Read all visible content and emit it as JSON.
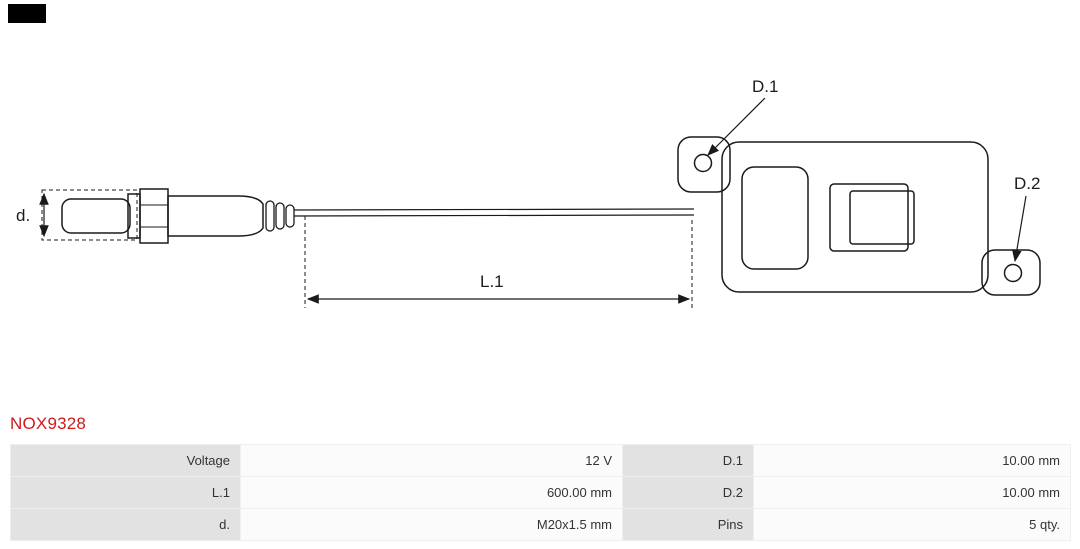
{
  "part_number": "NOX9328",
  "diagram": {
    "labels": {
      "d": "d.",
      "l1": "L.1",
      "d1": "D.1",
      "d2": "D.2"
    }
  },
  "table": {
    "rows": [
      {
        "cells": [
          "Voltage",
          "12 V",
          "D.1",
          "10.00 mm"
        ]
      },
      {
        "cells": [
          "L.1",
          "600.00 mm",
          "D.2",
          "10.00 mm"
        ]
      },
      {
        "cells": [
          "d.",
          "M20x1.5 mm",
          "Pins",
          "5 qty."
        ]
      }
    ]
  },
  "colors": {
    "part_number_red": "#cc1b1b",
    "label_cell_bg": "#e2e2e2",
    "value_cell_bg": "#fbfbfb",
    "line_color": "#1a1a1a"
  }
}
